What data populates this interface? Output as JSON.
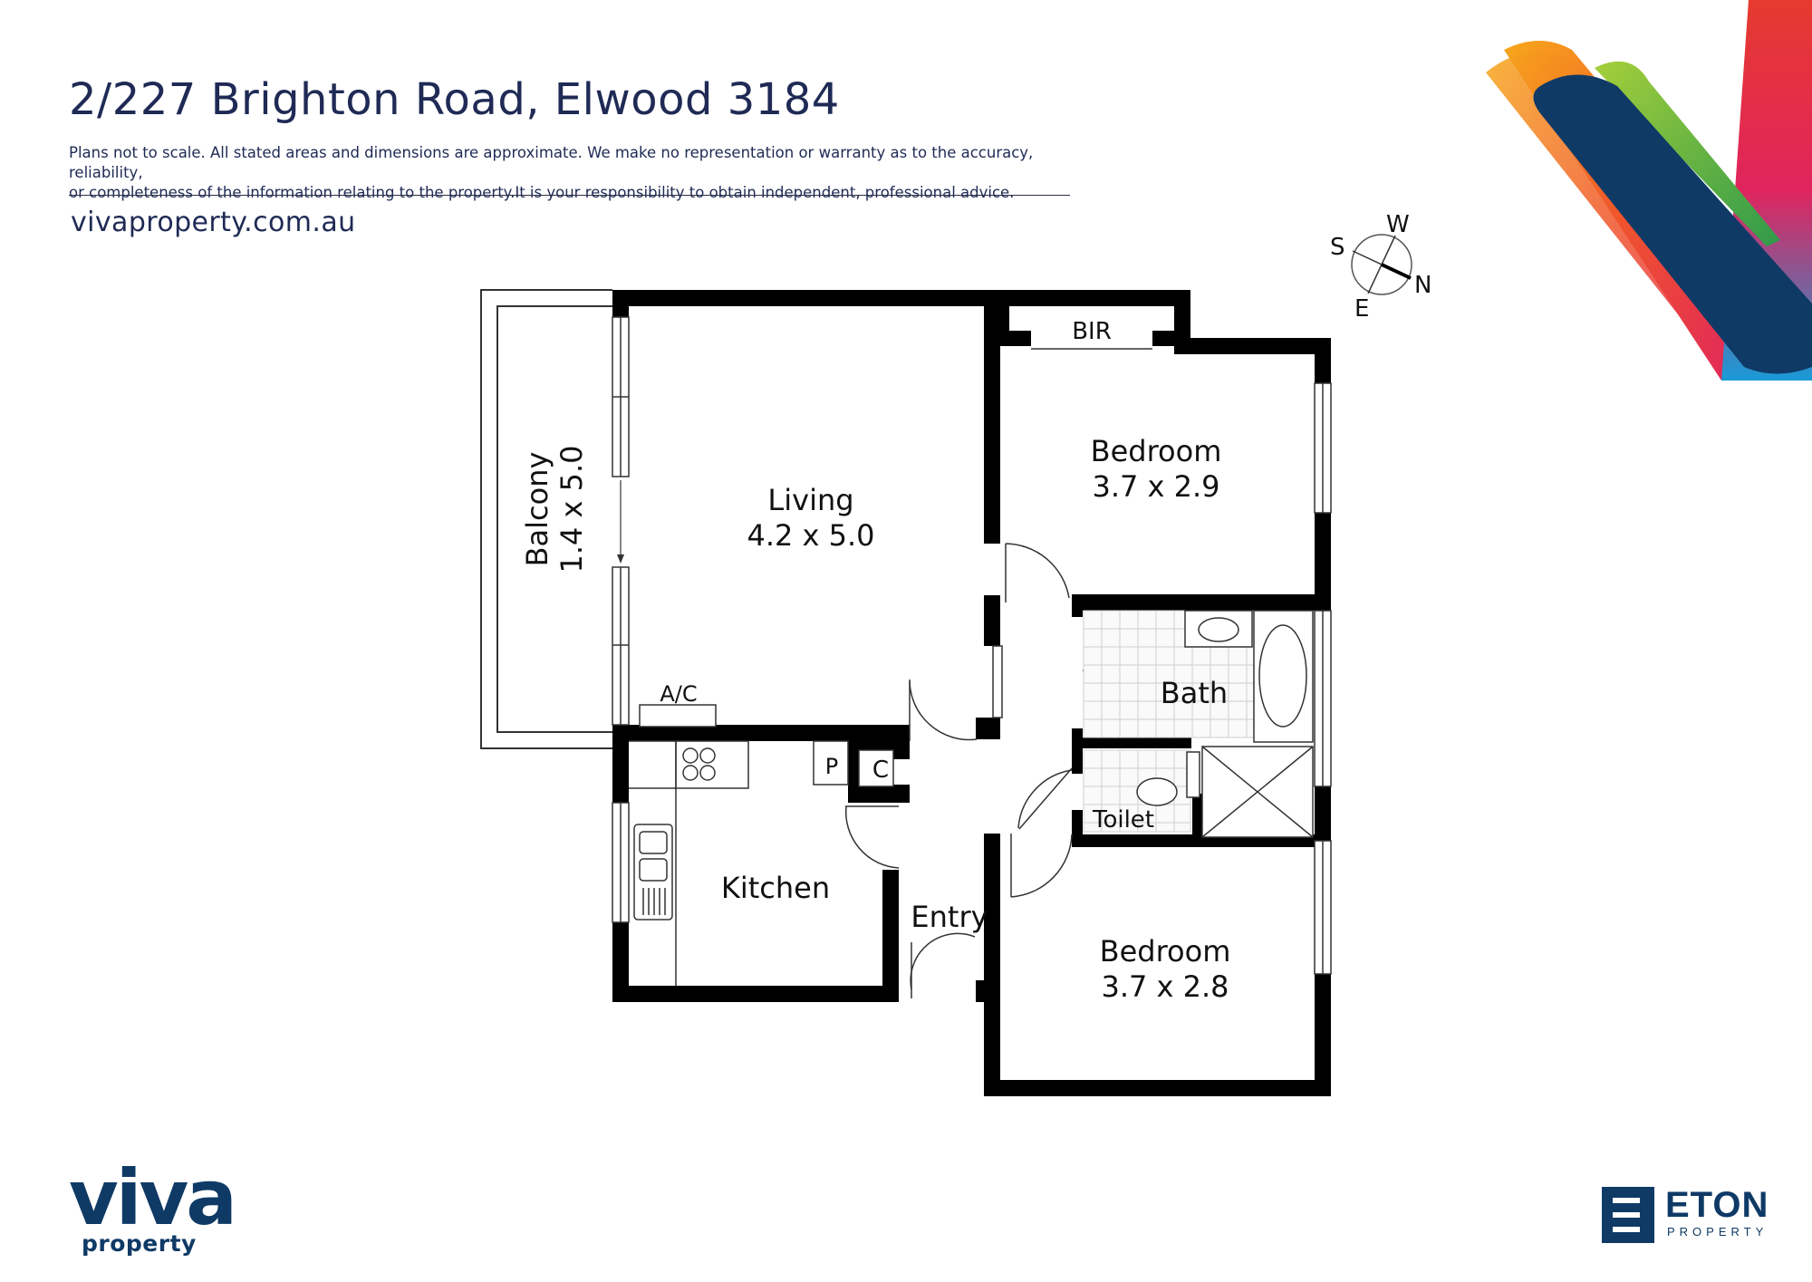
{
  "header": {
    "address": "2/227 Brighton Road, Elwood 3184",
    "disclaimer_line1": "Plans not to scale. All stated areas and dimensions are approximate.  We make no representation or warranty as to the accuracy, reliability,",
    "disclaimer_line2": "or completeness of the information relating to the property.It is your responsibility to obtain independent, professional advice.",
    "website": "vivaproperty.com.au"
  },
  "compass": {
    "n": "N",
    "s": "S",
    "e": "E",
    "w": "W"
  },
  "rooms": {
    "balcony": {
      "name": "Balcony",
      "dims": "1.4 x 5.0"
    },
    "living": {
      "name": "Living",
      "dims": "4.2 x 5.0"
    },
    "bedroom1": {
      "name": "Bedroom",
      "dims": "3.7 x 2.9"
    },
    "bedroom2": {
      "name": "Bedroom",
      "dims": "3.7 x 2.8"
    },
    "bir": "BIR",
    "bath": "Bath",
    "toilet": "Toilet",
    "kitchen": "Kitchen",
    "entry": "Entry",
    "ac": "A/C",
    "pantry": "P",
    "cupboard": "C"
  },
  "logos": {
    "viva_word": "viva",
    "viva_sub": "property",
    "eton_word": "ETON",
    "eton_sub": "PROPERTY"
  },
  "colors": {
    "brand_navy": "#0f3a66",
    "ribbon_orange": "#f5a623",
    "ribbon_red": "#e63a2e",
    "ribbon_pink": "#e0245e",
    "ribbon_green": "#6cbf3c",
    "ribbon_blue": "#1a9ad6",
    "wall": "#000000"
  }
}
